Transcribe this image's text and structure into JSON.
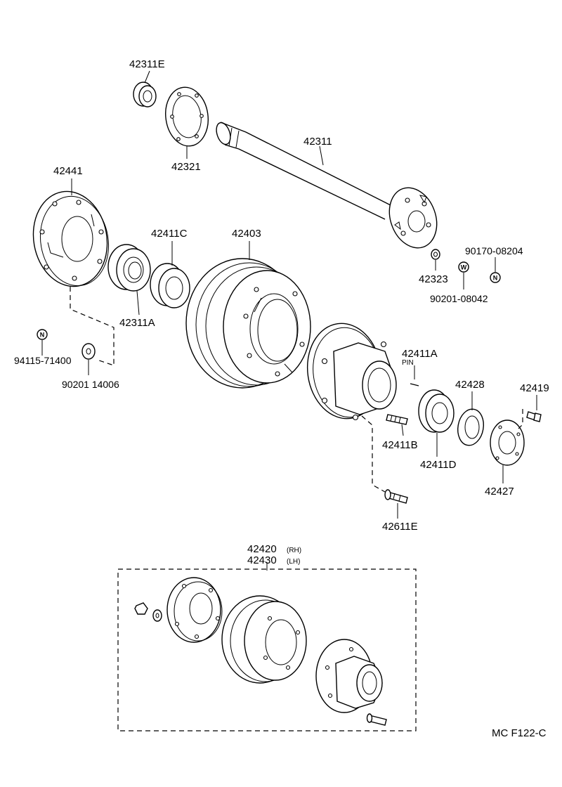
{
  "parts": {
    "p42311E": "42311E",
    "p42321": "42321",
    "p42311": "42311",
    "p42441": "42441",
    "p42411C": "42411C",
    "p42403": "42403",
    "p42311A": "42311A",
    "p42323": "42323",
    "p90170": "90170-08204",
    "p90201a": "90201-08042",
    "p94115": "94115-71400",
    "p90201b": "90201 14006",
    "p42411A": "42411A",
    "pin": "PIN",
    "p42428": "42428",
    "p42419": "42419",
    "p42411B": "42411B",
    "p42411D": "42411D",
    "p42427": "42427",
    "p42611E": "42611E",
    "p42420": "42420",
    "rh": "(RH)",
    "p42430": "42430",
    "lh": "(LH)"
  },
  "symbols": {
    "nut": "N",
    "washer": "W"
  },
  "figure_code": "MC F122-C"
}
